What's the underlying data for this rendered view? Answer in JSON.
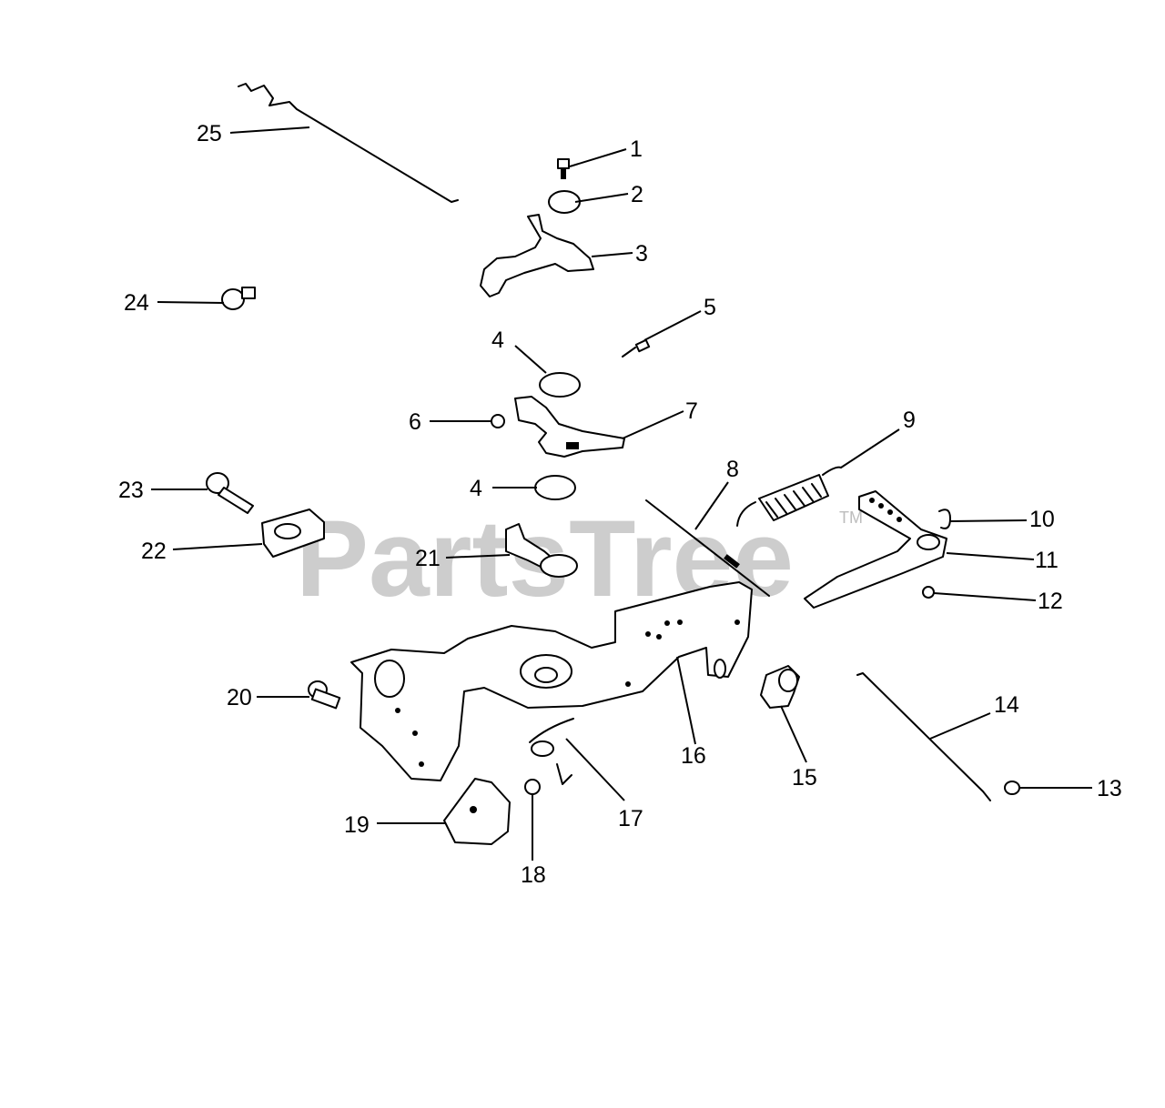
{
  "watermark": {
    "text": "PartsTree",
    "tm": "TM"
  },
  "callouts": {
    "c1": "1",
    "c2": "2",
    "c3": "3",
    "c4a": "4",
    "c4b": "4",
    "c5": "5",
    "c6": "6",
    "c7": "7",
    "c8": "8",
    "c9": "9",
    "c10": "10",
    "c11": "11",
    "c12": "12",
    "c13": "13",
    "c14": "14",
    "c15": "15",
    "c16": "16",
    "c17": "17",
    "c18": "18",
    "c19": "19",
    "c20": "20",
    "c21": "21",
    "c22": "22",
    "c23": "23",
    "c24": "24",
    "c25": "25"
  }
}
